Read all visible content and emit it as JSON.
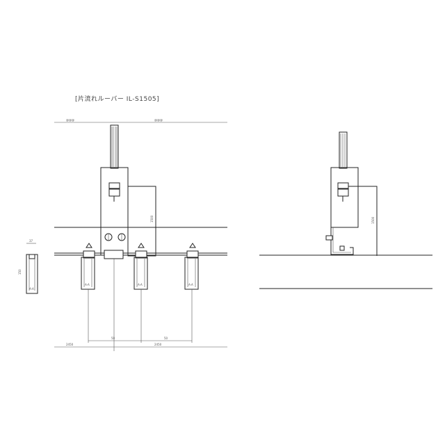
{
  "title": "[片流れルーバー IL-S1505]",
  "dimensions": {
    "top_left": "@@@",
    "top_right": "@@@",
    "bottom_left": "2450",
    "bottom_right": "2450",
    "vertical_span": "1500",
    "right_vertical": "1500",
    "center_small": "50",
    "center_small_right": "50",
    "side_width": "37",
    "side_height": "150"
  },
  "louver_labels": [
    "A-A",
    "A-A",
    "A-A"
  ],
  "side_label": "A-A"
}
